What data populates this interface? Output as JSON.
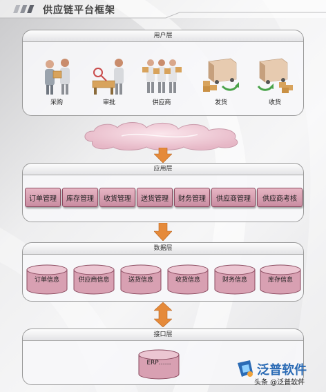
{
  "title": "供应链平台框架",
  "layers": {
    "user": {
      "title": "用户层",
      "roles": [
        {
          "label": "采购",
          "icon": "buyer-icon"
        },
        {
          "label": "审批",
          "icon": "approval-icon"
        },
        {
          "label": "供应商",
          "icon": "supplier-icon"
        },
        {
          "label": "发货",
          "icon": "delivery-icon"
        },
        {
          "label": "收货",
          "icon": "receiving-icon"
        }
      ]
    },
    "application": {
      "title": "应用层",
      "modules": [
        "订单管理",
        "库存管理",
        "收货管理",
        "送货管理",
        "财务管理",
        "供应商管理",
        "供应商考核"
      ]
    },
    "data": {
      "title": "数据层",
      "stores": [
        "订单信息",
        "供应商信息",
        "送货信息",
        "收货信息",
        "财务信息",
        "库存信息"
      ]
    },
    "interface": {
      "title": "接口层",
      "store": "ERP……"
    }
  },
  "branding": {
    "logo_text": "泛普软件",
    "watermark": "头条 @泛普软件"
  },
  "colors": {
    "pill": "#d9a1b3",
    "cylinder": "#d8a0b2",
    "arrow": "#e58a3a",
    "logo_blue": "#2b6bb5"
  }
}
